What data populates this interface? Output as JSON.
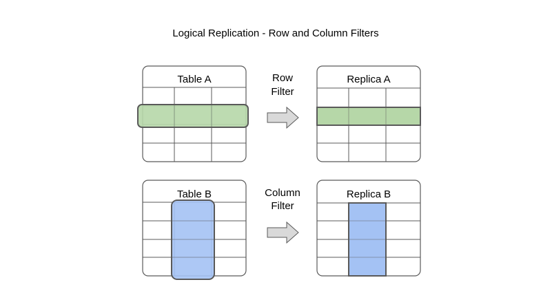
{
  "title": "Logical Replication - Row and Column Filters",
  "top": {
    "source_label": "Table A",
    "replica_label": "Replica A",
    "filter_label_line1": "Row",
    "filter_label_line2": "Filter"
  },
  "bottom": {
    "source_label": "Table B",
    "replica_label": "Replica B",
    "filter_label_line1": "Column",
    "filter_label_line2": "Filter"
  },
  "colors": {
    "row_highlight": "#b6d7a8",
    "column_highlight": "#a4c2f4",
    "arrow_fill": "#d9d9d9",
    "grid": "#595959"
  }
}
